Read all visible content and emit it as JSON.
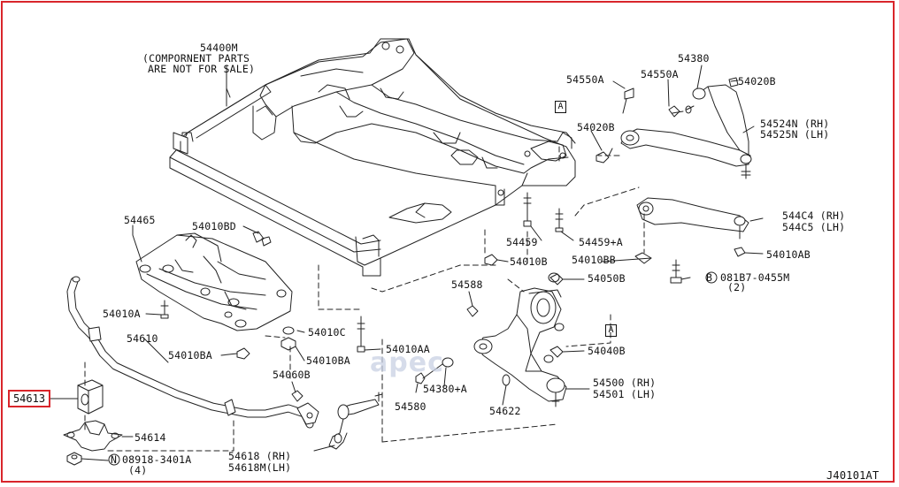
{
  "diagram_code": "J40101AT",
  "highlighted_part": "54613",
  "watermark": "apec",
  "section_marker": "A",
  "frame_color": "#d9252b",
  "subframe": {
    "number": "54400M",
    "note_lines": [
      "(COMPORNENT PARTS",
      "ARE NOT FOR SALE)"
    ]
  },
  "labels": {
    "l54550A_1": "54550A",
    "l54550A_2": "54550A",
    "l54380": "54380",
    "l54020B_1": "54020B",
    "l54020B_2": "54020B",
    "l54524N": "54524N (RH)",
    "l54525N": "54525N (LH)",
    "l544C4": "544C4 (RH)",
    "l544C5": "544C5 (LH)",
    "l54010AB": "54010AB",
    "l54459": "54459",
    "l54459A": "54459+A",
    "l54010B": "54010B",
    "l54010BB": "54010BB",
    "l081B7": "081B7-0455M",
    "l081B7q": "(2)",
    "l54465": "54465",
    "l54010BD": "54010BD",
    "l54010A_1": "54010A",
    "l54610": "54610",
    "l54010BA_1": "54010BA",
    "l54010C": "54010C",
    "l54010BA_2": "54010BA",
    "l54010AA": "54010AA",
    "l54588": "54588",
    "l54050B": "54050B",
    "l54040B": "54040B",
    "l54060B": "54060B",
    "l54380A": "54380+A",
    "l54580": "54580",
    "l54622": "54622",
    "l54500": "54500 (RH)",
    "l54501": "54501 (LH)",
    "l54614": "54614",
    "l08918": "08918-3401A",
    "l08918q": "(4)",
    "l54618": "54618 (RH)",
    "l54618M": "54618M(LH)",
    "circleN": "N",
    "circleB": "B"
  }
}
